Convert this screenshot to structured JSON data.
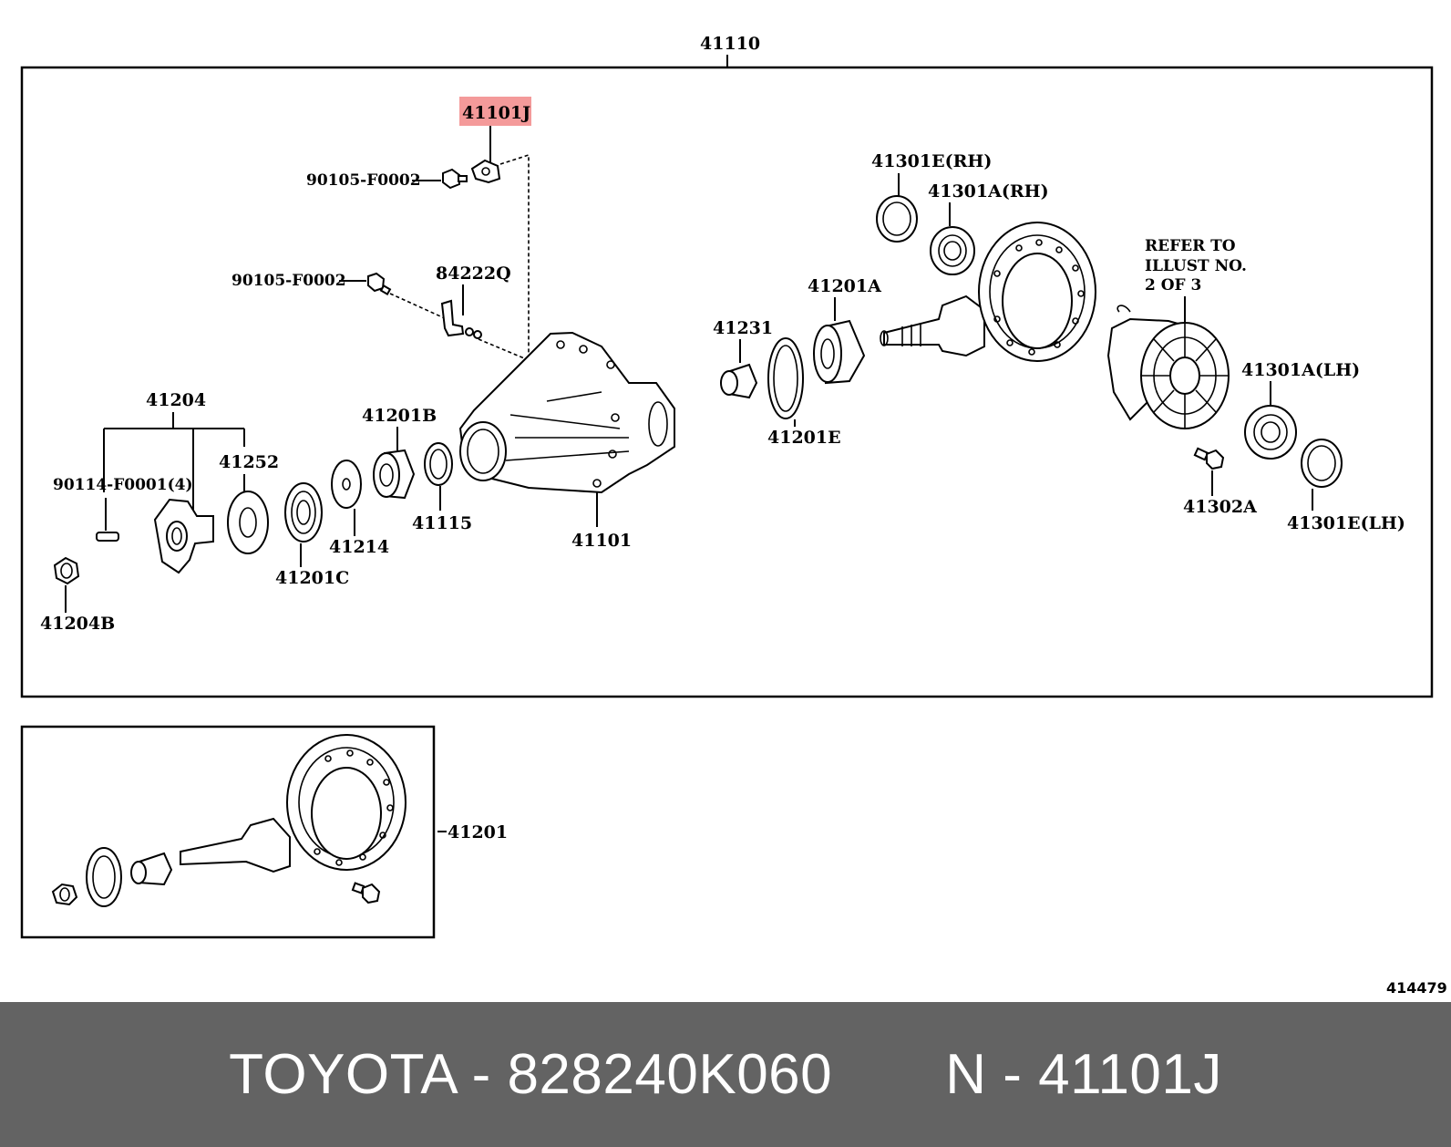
{
  "assembly_label": "41110",
  "highlighted_part": "41101J",
  "parts": {
    "bolt_top": "90105-F0002",
    "bolt_mid": "90105-F0002",
    "breather": "84222Q",
    "companion_flange": "41204",
    "stud": "90114-F0001(4)",
    "nut": "41204B",
    "deflector": "41252",
    "bearing_c": "41201C",
    "washer": "41214",
    "bearing_b": "41201B",
    "seal": "41115",
    "carrier": "41101",
    "spacer": "41231",
    "washer_e": "41201E",
    "bearing_a": "41201A",
    "adjust_rh": "41301E(RH)",
    "bearing_rh": "41301A(RH)",
    "bearing_lh": "41301A(LH)",
    "bolt_case": "41302A",
    "adjust_lh": "41301E(LH)",
    "ring_gear_kit": "41201"
  },
  "note": [
    "REFER TO",
    "ILLUST NO.",
    "2 OF 3"
  ],
  "illustration_id": "414479",
  "footer": "TOYOTA - 828240K060       N - 41101J"
}
